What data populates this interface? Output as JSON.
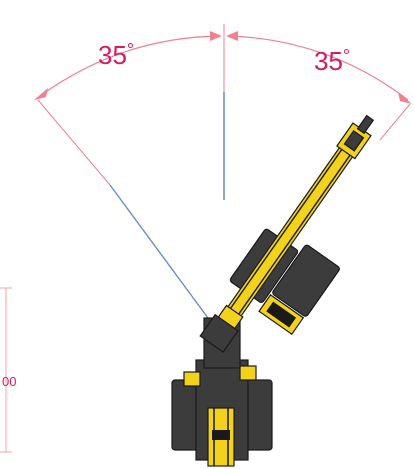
{
  "angles": {
    "left": {
      "value": "35",
      "unit": "°"
    },
    "right": {
      "value": "35",
      "unit": "°"
    }
  },
  "dimension": {
    "text": "00"
  },
  "colors": {
    "angle_arc": "#f08090",
    "angle_label": "#d81b60",
    "center_line": "#6a8fc8",
    "tilted_line": "#6a8fc8",
    "dimension_line": "#f4a0a8",
    "dimension_label": "#d81b60",
    "machine_body": "#3c3c3c",
    "machine_accent": "#f2d21a",
    "machine_outline": "#1a1a1a"
  }
}
